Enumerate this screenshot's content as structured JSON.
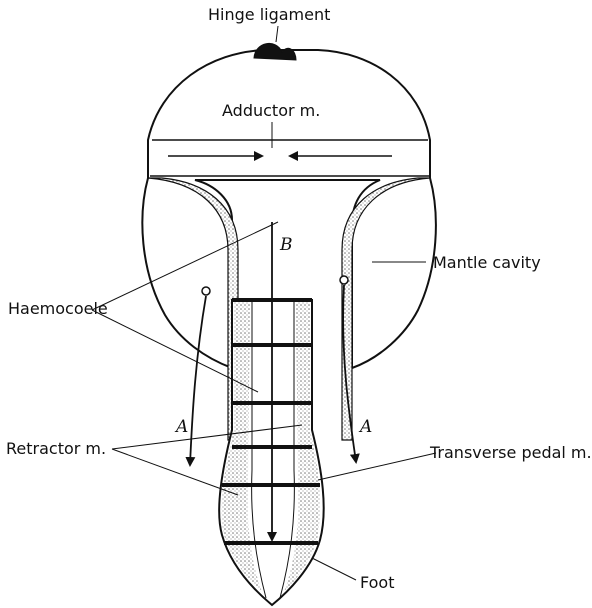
{
  "labels": {
    "hinge": "Hinge ligament",
    "adductor": "Adductor m.",
    "mantle": "Mantle cavity",
    "haemocoele": "Haemocoele",
    "retractor": "Retractor m.",
    "transverse": "Transverse pedal m.",
    "foot": "Foot",
    "arrow_b": "B",
    "arrow_a_left": "A",
    "arrow_a_right": "A"
  },
  "colors": {
    "ink": "#111111",
    "paper": "#ffffff",
    "stipple": "#8a8a8a"
  }
}
